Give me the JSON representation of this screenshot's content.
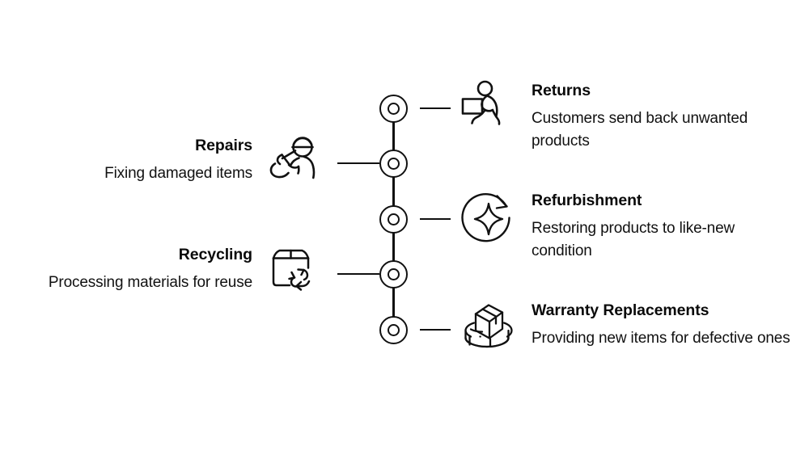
{
  "diagram": {
    "type": "vertical-timeline",
    "orientation": "alternating",
    "node_count": 5,
    "stroke_color": "#111111",
    "background_color": "#ffffff",
    "text_color": "#0d0d0d"
  },
  "items": [
    {
      "index": 1,
      "side": "right",
      "title": "Returns",
      "description": "Customers send back unwanted products",
      "icon": "person-carrying-box-icon"
    },
    {
      "index": 2,
      "side": "left",
      "title": "Repairs",
      "description": "Fixing damaged items",
      "icon": "worker-with-tool-icon"
    },
    {
      "index": 3,
      "side": "right",
      "title": "Refurbishment",
      "description": "Restoring products to like-new condition",
      "icon": "refresh-sparkle-icon"
    },
    {
      "index": 4,
      "side": "left",
      "title": "Recycling",
      "description": "Processing materials for reuse",
      "icon": "box-recycle-icon"
    },
    {
      "index": 5,
      "side": "right",
      "title": "Warranty Replacements",
      "description": "Providing new items for defective ones",
      "icon": "box-on-platform-icon"
    }
  ]
}
